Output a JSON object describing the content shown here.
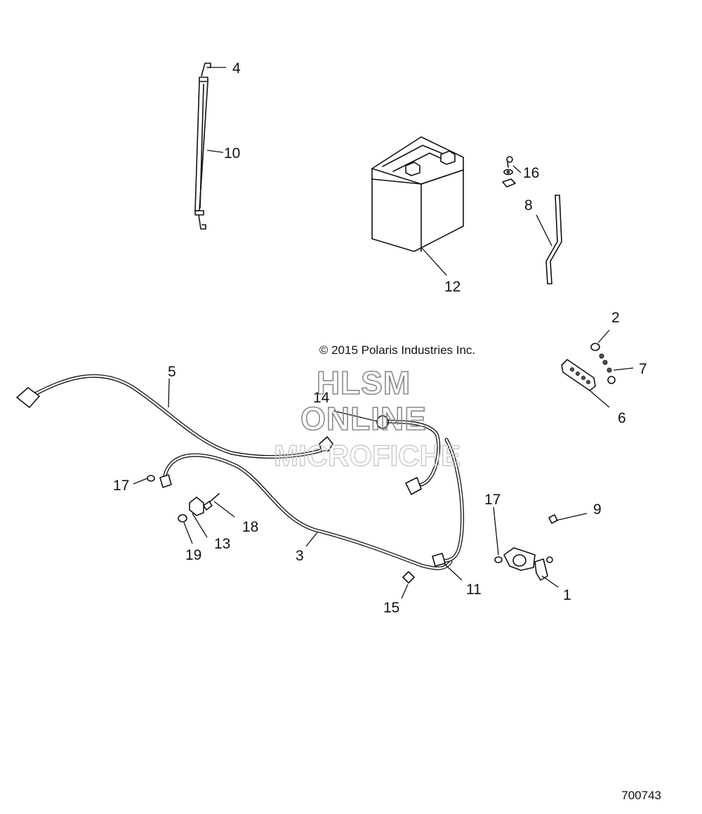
{
  "copyright": "© 2015 Polaris Industries Inc.",
  "watermark": {
    "line1": "HLSM",
    "line2": "ONLINE",
    "line3": "MICROFICHE"
  },
  "diagram_id": "700743",
  "callouts": {
    "c1": "1",
    "c2": "2",
    "c3": "3",
    "c4": "4",
    "c5": "5",
    "c6": "6",
    "c7": "7",
    "c8": "8",
    "c9": "9",
    "c10": "10",
    "c11": "11",
    "c12": "12",
    "c13": "13",
    "c14": "14",
    "c15": "15",
    "c16": "16",
    "c17a": "17",
    "c17b": "17",
    "c18": "18",
    "c19": "19"
  }
}
